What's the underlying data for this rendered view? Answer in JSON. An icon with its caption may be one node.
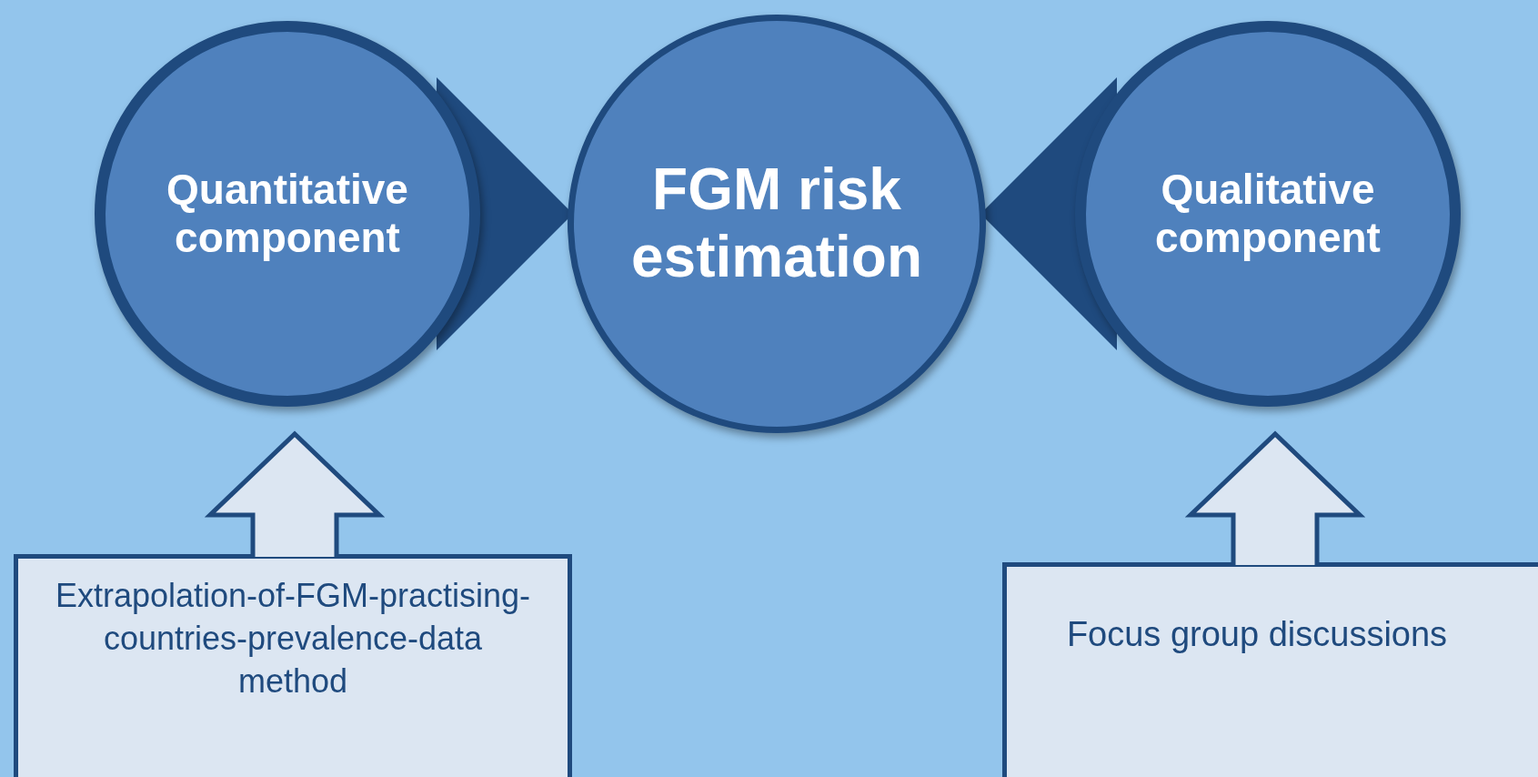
{
  "diagram": {
    "nodes": [
      {
        "text": [
          "Quantitative component"
        ]
      },
      {
        "text": [
          "FGM risk estimation"
        ]
      },
      {
        "text": [
          "Qualitative component"
        ]
      },
      {
        "text": [
          "Extrapolation-of-FGM-practising-countries-prevalence-data method"
        ]
      },
      {
        "text": [
          "Focus group discussions"
        ]
      }
    ],
    "edges": [
      {
        "from": 0,
        "to": 1,
        "arrow": "to"
      },
      {
        "from": 2,
        "to": 1,
        "arrow": "to"
      },
      {
        "from": 3,
        "to": 0,
        "arrow": "to",
        "style": "thick"
      },
      {
        "from": 4,
        "to": 2,
        "arrow": "to",
        "style": "thick"
      }
    ]
  }
}
